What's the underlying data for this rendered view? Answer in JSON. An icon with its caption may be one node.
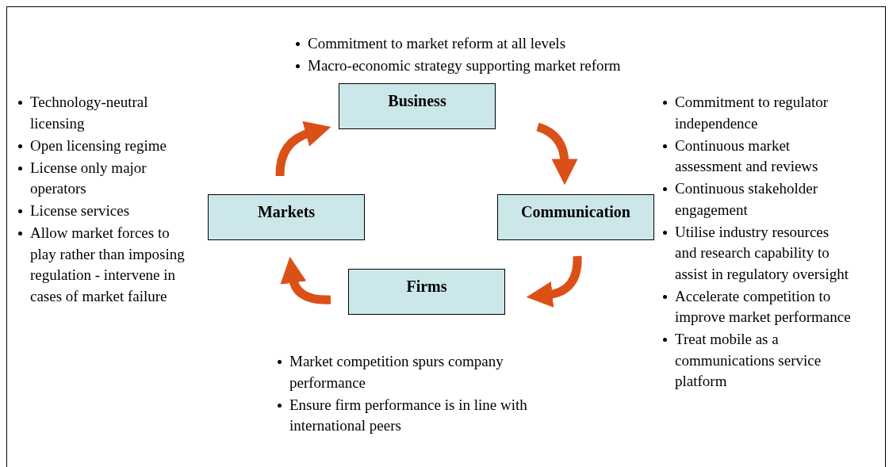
{
  "diagram": {
    "nodes": [
      {
        "text": [
          "Business"
        ],
        "beside": [
          "Commitment to market reform at all levels",
          "Macro-economic strategy supporting market reform"
        ]
      },
      {
        "text": [
          "Communication"
        ],
        "beside": [
          "Commitment to regulator independence",
          "Continuous market assessment and reviews",
          "Continuous stakeholder engagement",
          "Utilise industry resources and research capability to assist in regulatory oversight",
          "Accelerate competition to improve market performance",
          "Treat mobile as a communications service platform"
        ]
      },
      {
        "text": [
          "Firms"
        ],
        "beside": [
          "Market competition spurs company performance",
          "Ensure firm performance is in line with international peers"
        ]
      },
      {
        "text": [
          "Markets"
        ],
        "beside": [
          "Technology-neutral licensing",
          "Open licensing regime",
          "License only major operators",
          "License services",
          "Allow market forces to play rather than imposing regulation - intervene in cases of market failure"
        ]
      }
    ],
    "edges": [
      {
        "from": 3,
        "to": 0,
        "arrow": "to"
      },
      {
        "from": 0,
        "to": 1,
        "arrow": "to"
      },
      {
        "from": 1,
        "to": 2,
        "arrow": "to"
      },
      {
        "from": 2,
        "to": 3,
        "arrow": "to"
      }
    ]
  }
}
